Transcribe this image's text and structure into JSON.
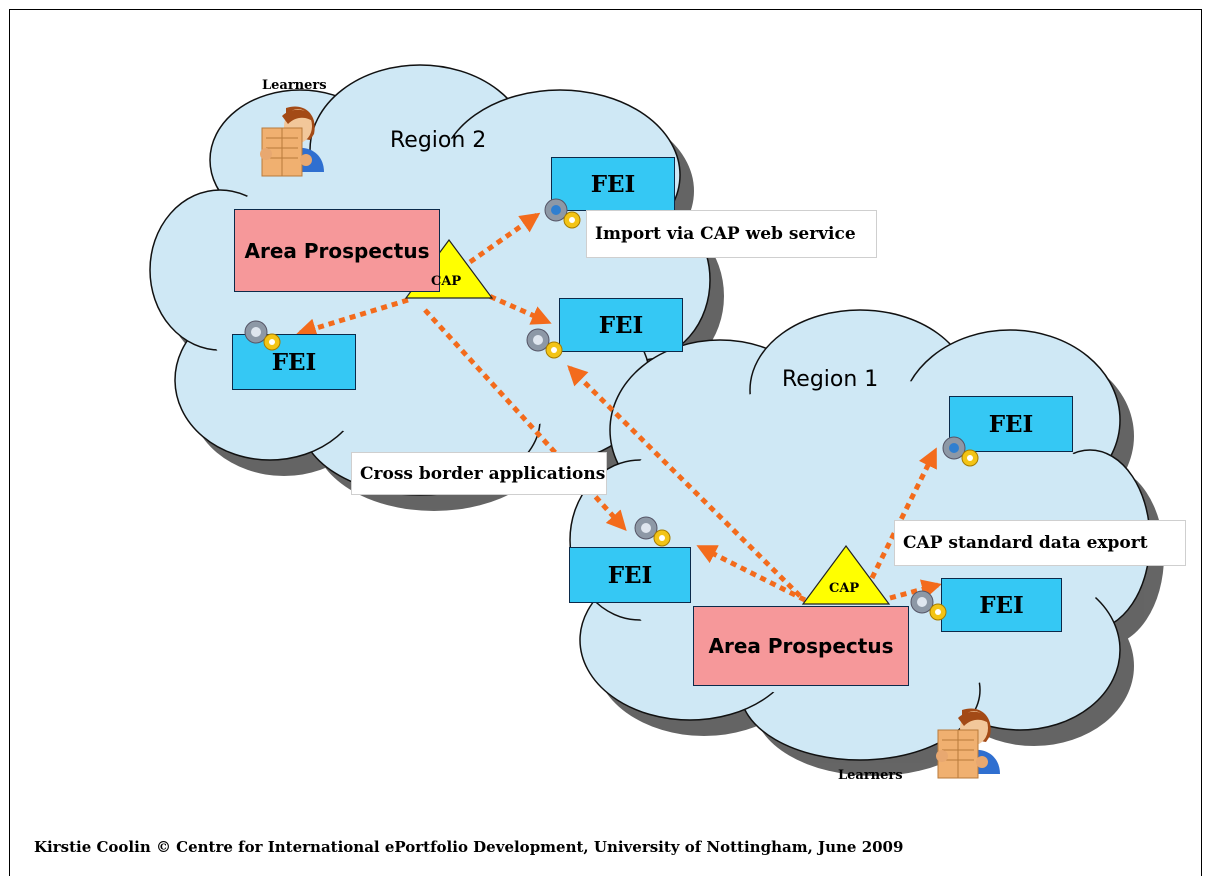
{
  "colors": {
    "cloud_fill": "#cfe8f5",
    "cloud_stroke": "#111111",
    "fei_fill": "#35c8f4",
    "area_fill": "#f6989a",
    "cap_fill": "#ffff00",
    "arrow": "#f36b1c"
  },
  "region2": {
    "title": "Region 2",
    "learners_label": "Learners",
    "area_prospectus": "Area Prospectus",
    "cap": "CAP",
    "fei_labels": [
      "FEI",
      "FEI",
      "FEI"
    ]
  },
  "region1": {
    "title": "Region 1",
    "learners_label": "Learners",
    "area_prospectus": "Area Prospectus",
    "cap": "CAP",
    "fei_labels": [
      "FEI",
      "FEI",
      "FEI"
    ]
  },
  "notes": {
    "import": "Import via CAP web service",
    "cross_border": "Cross border applications",
    "export": "CAP standard data export"
  },
  "icons": [
    "gear-icon",
    "learner-reading-icon"
  ],
  "footer": "Kirstie Coolin  © Centre for International ePortfolio Development, University of Nottingham, June 2009"
}
